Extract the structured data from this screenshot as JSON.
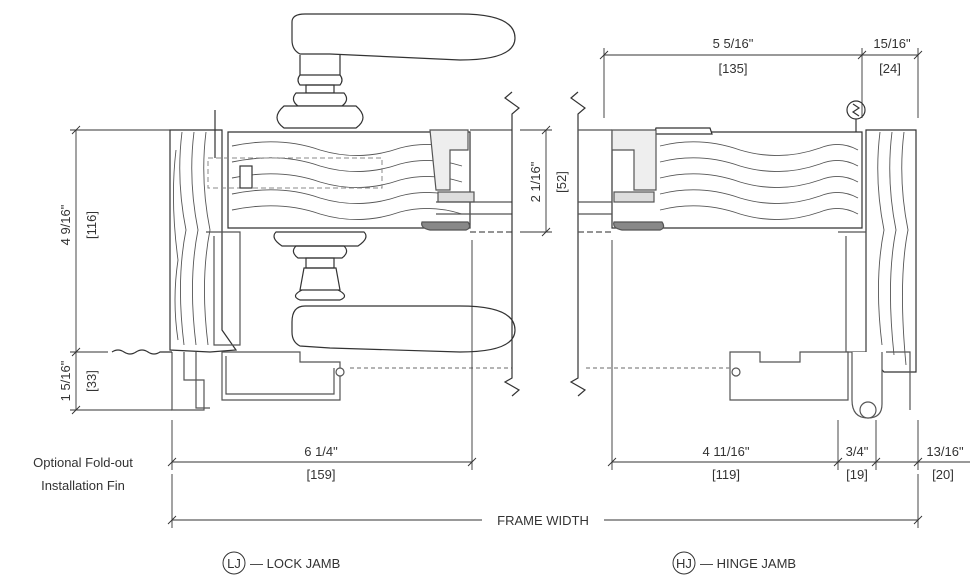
{
  "dimensions": {
    "hinge_top_width": "5 5/16\"",
    "hinge_top_width_mm": "[135]",
    "hinge_top_offset": "15/16\"",
    "hinge_top_offset_mm": "[24]",
    "panel_thickness": "2 1/16\"",
    "panel_thickness_mm": "[52]",
    "lock_frame_depth": "4 9/16\"",
    "lock_frame_depth_mm": "[116]",
    "lock_sill_depth": "1 5/16\"",
    "lock_sill_depth_mm": "[33]",
    "lock_bottom_width": "6 1/4\"",
    "lock_bottom_width_mm": "[159]",
    "hinge_bottom_width": "4 11/16\"",
    "hinge_bottom_width_mm": "[119]",
    "hinge_bottom_gap": "3/4\"",
    "hinge_bottom_gap_mm": "[19]",
    "hinge_side_offset": "13/16\"",
    "hinge_side_offset_mm": "[20]",
    "frame_width": "FRAME WIDTH"
  },
  "labels": {
    "fin_line1": "Optional Fold-out",
    "fin_line2": "Installation Fin",
    "lock_badge": "LJ",
    "lock_caption": "— LOCK JAMB",
    "hinge_badge": "HJ",
    "hinge_caption": "— HINGE JAMB"
  },
  "colors": {
    "line": "#333333",
    "wood_grain": "#555555",
    "metal": "#666666",
    "weatherstrip": "#8a8a8a"
  }
}
